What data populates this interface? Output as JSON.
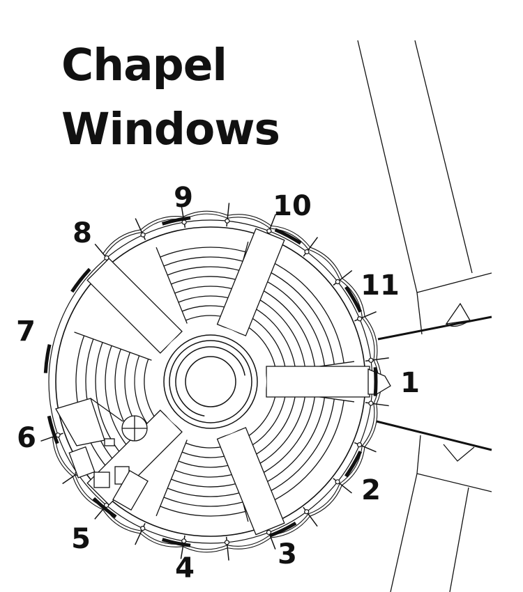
{
  "title": {
    "line1": "Chapel",
    "line2": "Windows"
  },
  "window_labels": [
    "1",
    "2",
    "3",
    "4",
    "5",
    "6",
    "7",
    "8",
    "9",
    "10",
    "11"
  ],
  "colors": {
    "ink": "#111111",
    "background": "#ffffff"
  }
}
